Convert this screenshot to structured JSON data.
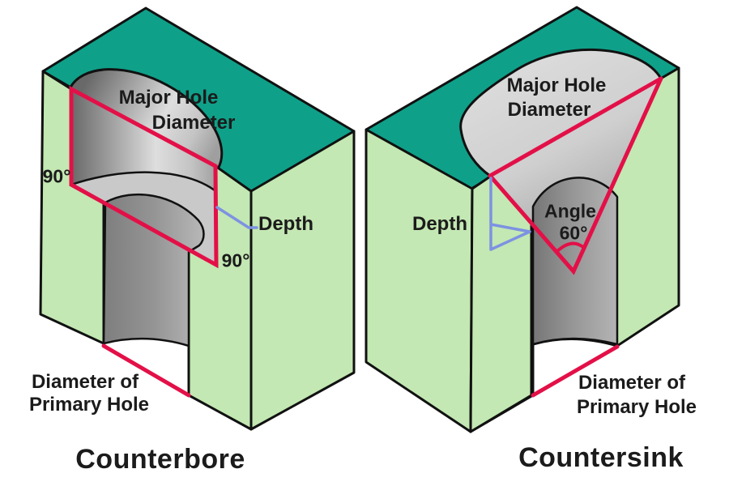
{
  "colors": {
    "teal": "#0fa089",
    "green": "#c3e8b3",
    "cut_gray": "#c9c9c9",
    "red": "#e31048",
    "blue": "#7d92e2",
    "outline": "#111111",
    "text": "#1b1b1b",
    "background": "#ffffff"
  },
  "counterbore": {
    "title": "Counterbore",
    "labels": {
      "major_line1": "Major Hole",
      "major_line2": "Diameter",
      "angle_top": "90°",
      "angle_bottom": "90°",
      "depth": "Depth",
      "primary_line1": "Diameter of",
      "primary_line2": "Primary Hole"
    }
  },
  "countersink": {
    "title": "Countersink",
    "labels": {
      "major_line1": "Major Hole",
      "major_line2": "Diameter",
      "angle_line1": "Angle",
      "angle_line2": "60°",
      "depth": "Depth",
      "primary_line1": "Diameter of",
      "primary_line2": "Primary Hole"
    }
  }
}
